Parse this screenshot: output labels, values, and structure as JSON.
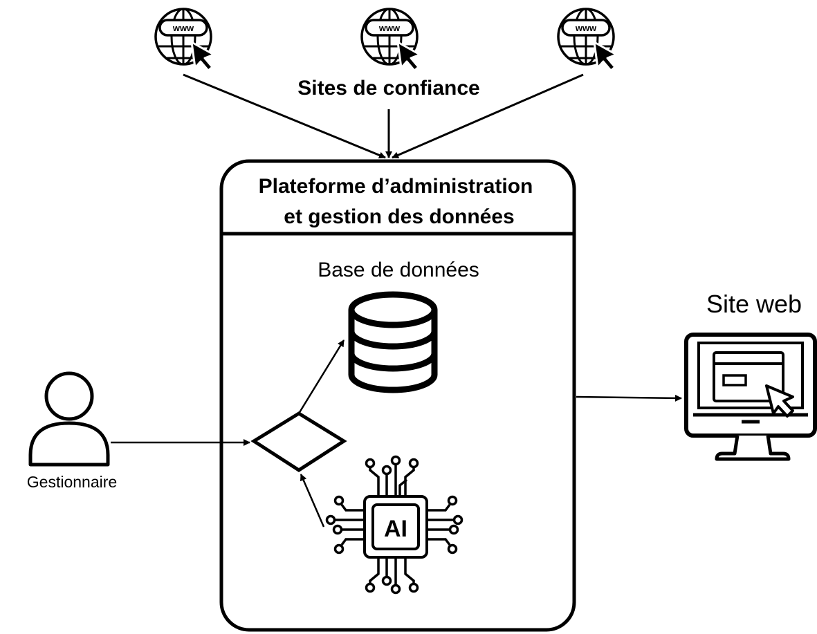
{
  "sources": {
    "label": "Sites de confiance",
    "icons": [
      {
        "name": "globe-cursor-icon-1",
        "text": "www"
      },
      {
        "name": "globe-cursor-icon-2",
        "text": "www"
      },
      {
        "name": "globe-cursor-icon-3",
        "text": "www"
      }
    ]
  },
  "platform": {
    "title_line1": "Plateforme d’administration",
    "title_line2": "et gestion des données",
    "database_label": "Base de données",
    "ai_label": "AI"
  },
  "actor": {
    "label": "Gestionnaire"
  },
  "website": {
    "label": "Site web"
  }
}
